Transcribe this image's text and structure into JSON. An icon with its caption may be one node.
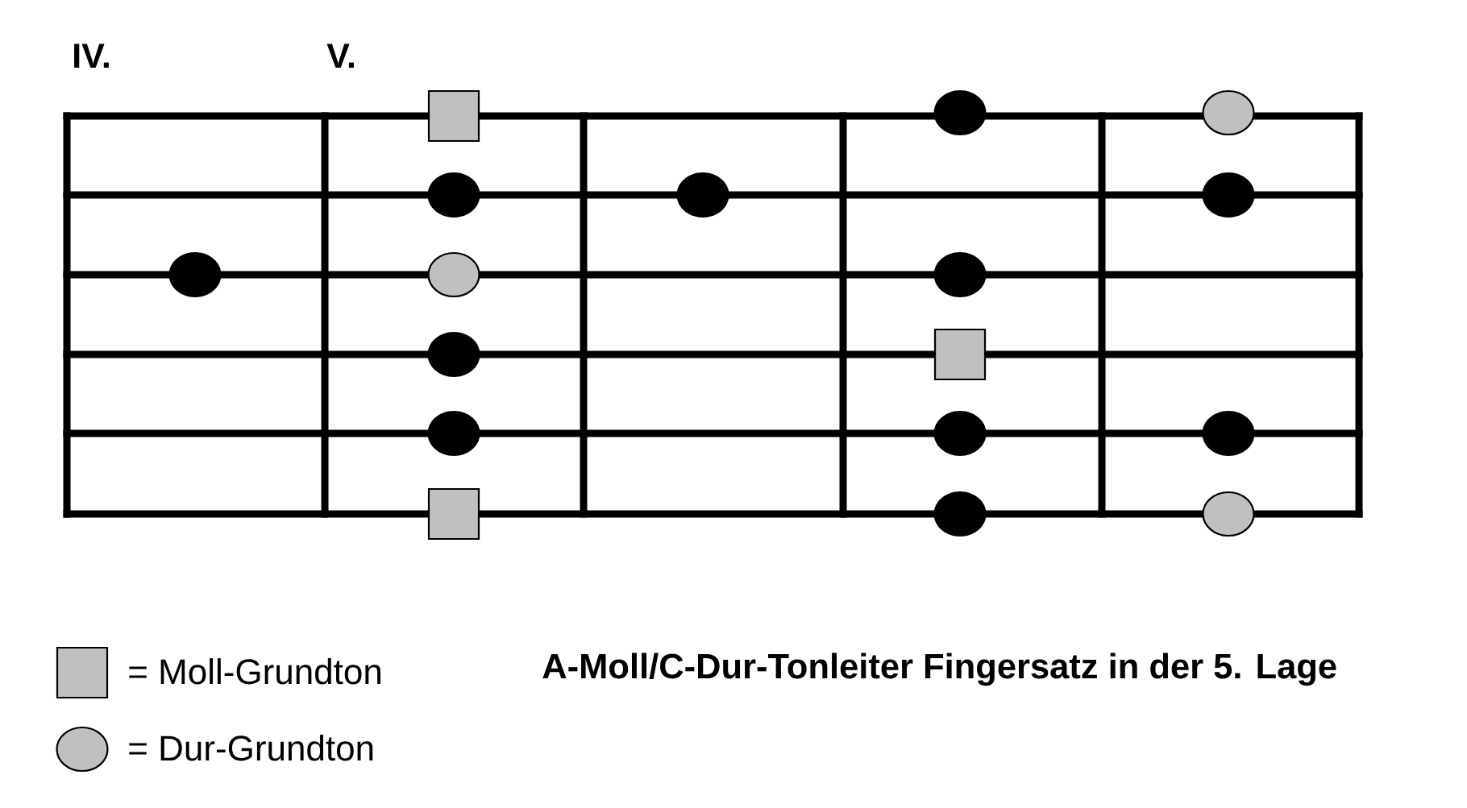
{
  "diagram": {
    "title": "A-Moll/C-Dur-Tonleiter Fingersatz in der 5. Lage",
    "labels": [
      "IV.",
      "V."
    ],
    "legend": [
      {
        "text": "= Moll-Grundton"
      },
      {
        "text": "= Dur-Grundton"
      }
    ]
  }
}
